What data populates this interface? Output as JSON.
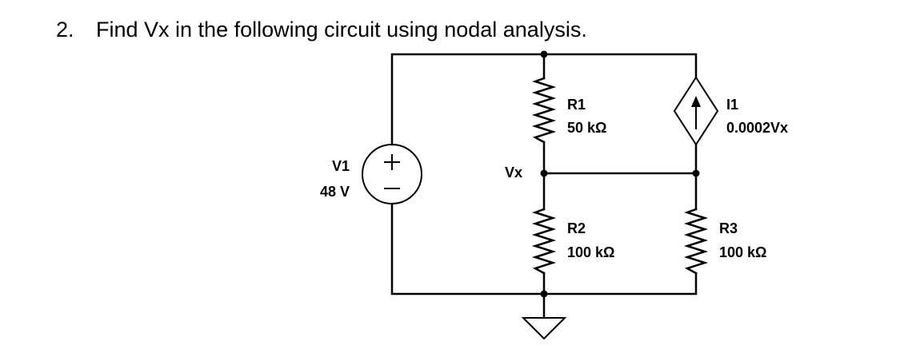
{
  "question": {
    "number": "2.",
    "text": "Find Vx in the following circuit using nodal analysis."
  },
  "circuit": {
    "v1": {
      "name": "V1",
      "value": "48 V"
    },
    "r1": {
      "name": "R1",
      "value": "50 kΩ"
    },
    "r2": {
      "name": "R2",
      "value": "100 kΩ"
    },
    "r3": {
      "name": "R3",
      "value": "100 kΩ"
    },
    "i1": {
      "name": "I1",
      "value": "0.0002Vx"
    },
    "node_label": "Vx"
  }
}
